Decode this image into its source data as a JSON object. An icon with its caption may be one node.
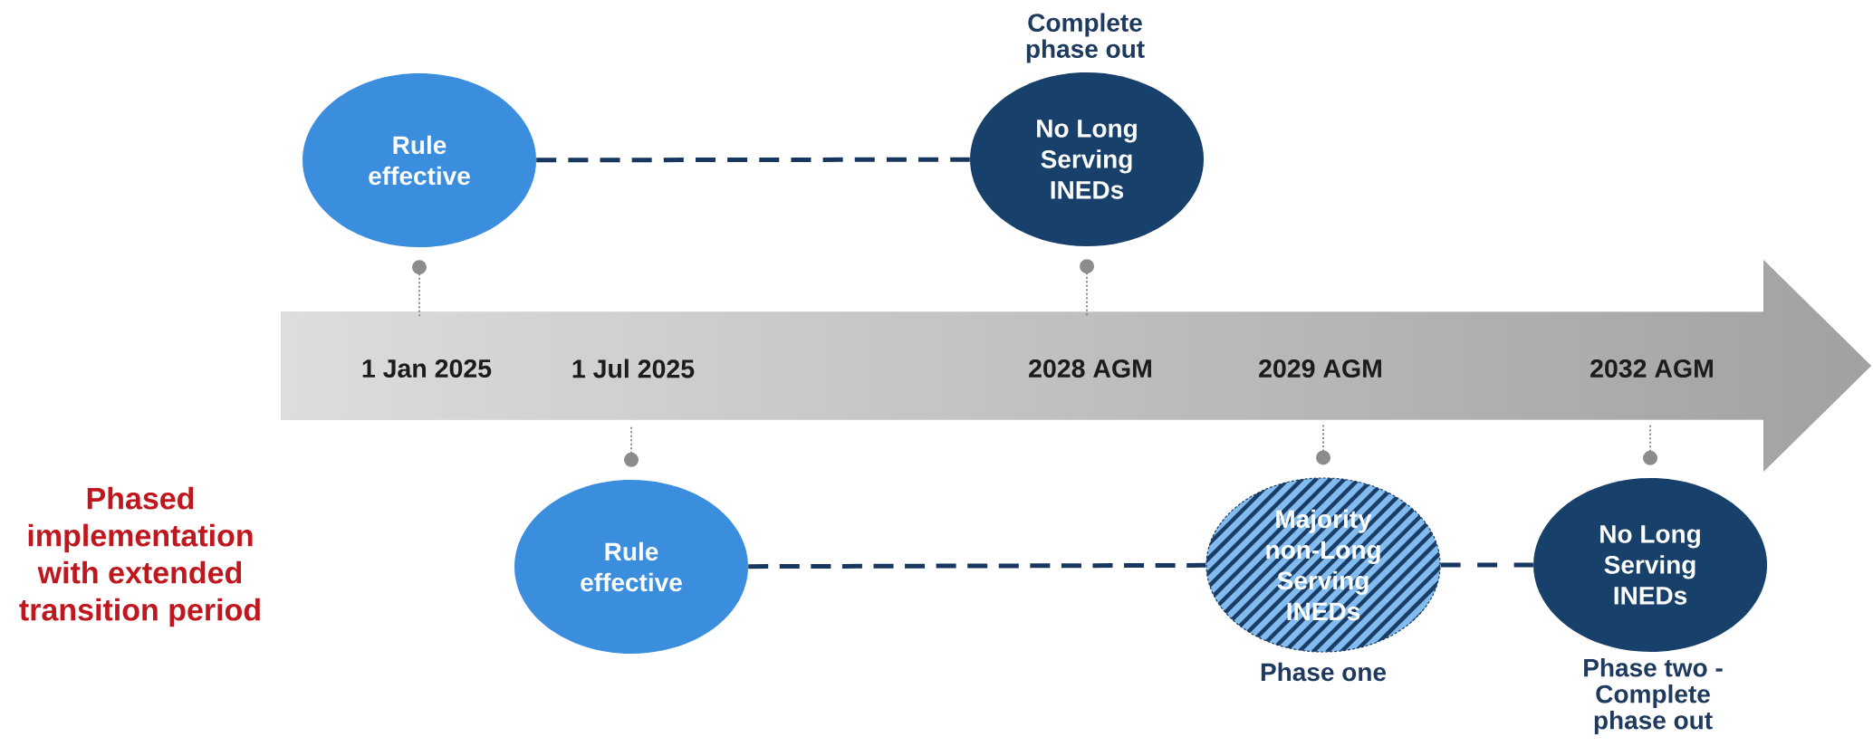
{
  "diagram": {
    "nodes": [
      {
        "text": [
          "Rule effective"
        ]
      },
      {
        "text": [
          "No Long Serving INEDs"
        ],
        "beside": [
          "Complete phase out"
        ]
      },
      {
        "text": [],
        "shape": "arrow"
      },
      {
        "text": [
          "1 Jan 2025"
        ],
        "in": 2
      },
      {
        "text": [
          "1 Jul 2025"
        ],
        "in": 2
      },
      {
        "text": [
          "2028 AGM"
        ],
        "in": 2
      },
      {
        "text": [
          "2029 AGM"
        ],
        "in": 2
      },
      {
        "text": [
          "2032 AGM"
        ],
        "in": 2
      },
      {
        "text": [
          "Rule effective"
        ]
      },
      {
        "text": [
          "Majority non-Long Serving INEDs"
        ],
        "beside": [
          "Phase one"
        ]
      },
      {
        "text": [
          "No Long Serving INEDs"
        ],
        "beside": [
          "Phase two - Complete phase out"
        ]
      }
    ],
    "edges": [
      {
        "from": 0,
        "to": 1,
        "arrow": "none",
        "style": "dashed",
        "color": "#17375e"
      },
      {
        "from": 8,
        "to": 9,
        "arrow": "none",
        "style": "dashed",
        "color": "#17375e"
      },
      {
        "from": 9,
        "to": 10,
        "arrow": "none",
        "style": "dashed",
        "color": "#17375e"
      },
      {
        "from": 0,
        "to": 3,
        "arrow": "other"
      },
      {
        "from": 1,
        "to": 5,
        "arrow": "other"
      },
      {
        "from": 8,
        "to": 4,
        "arrow": "other"
      },
      {
        "from": 9,
        "to": 6,
        "arrow": "other"
      },
      {
        "from": 10,
        "to": 7,
        "arrow": "other"
      }
    ],
    "labels": [
      "Phased implementation with extended transition period"
    ]
  }
}
